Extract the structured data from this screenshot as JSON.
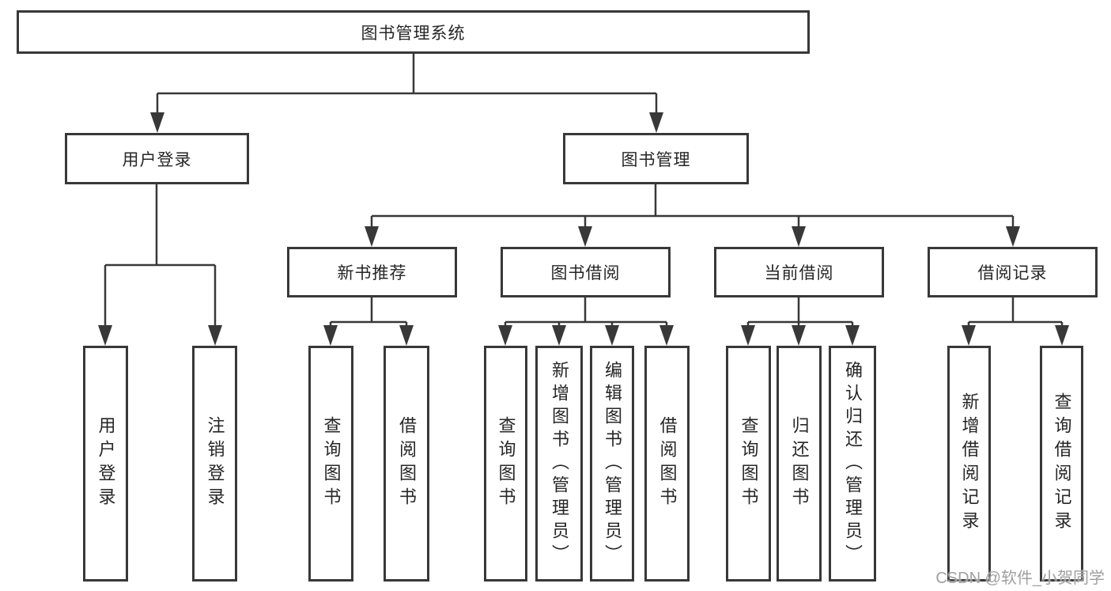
{
  "diagram": {
    "root_label": "图书管理系统",
    "level2": {
      "user_login": "用户登录",
      "book_management": "图书管理"
    },
    "level3": {
      "new_book_recommend": "新书推荐",
      "book_borrow": "图书借阅",
      "current_borrow": "当前借阅",
      "borrow_records": "借阅记录"
    },
    "leaves": {
      "user_login": [
        "用户登录",
        "注销登录"
      ],
      "new_book_recommend": [
        "查询图书",
        "借阅图书"
      ],
      "book_borrow": [
        "查询图书",
        "新增图书（管理员）",
        "编辑图书（管理员）",
        "借阅图书"
      ],
      "current_borrow": [
        "查询图书",
        "归还图书",
        "确认归还（管理员）"
      ],
      "borrow_records": [
        "新增借阅记录",
        "查询借阅记录"
      ]
    },
    "watermark": "CSDN @软件_小贺同学",
    "colors": {
      "line": "#383838",
      "text": "#262626",
      "background": "#ffffff",
      "watermark": "#a0a0a0"
    }
  }
}
